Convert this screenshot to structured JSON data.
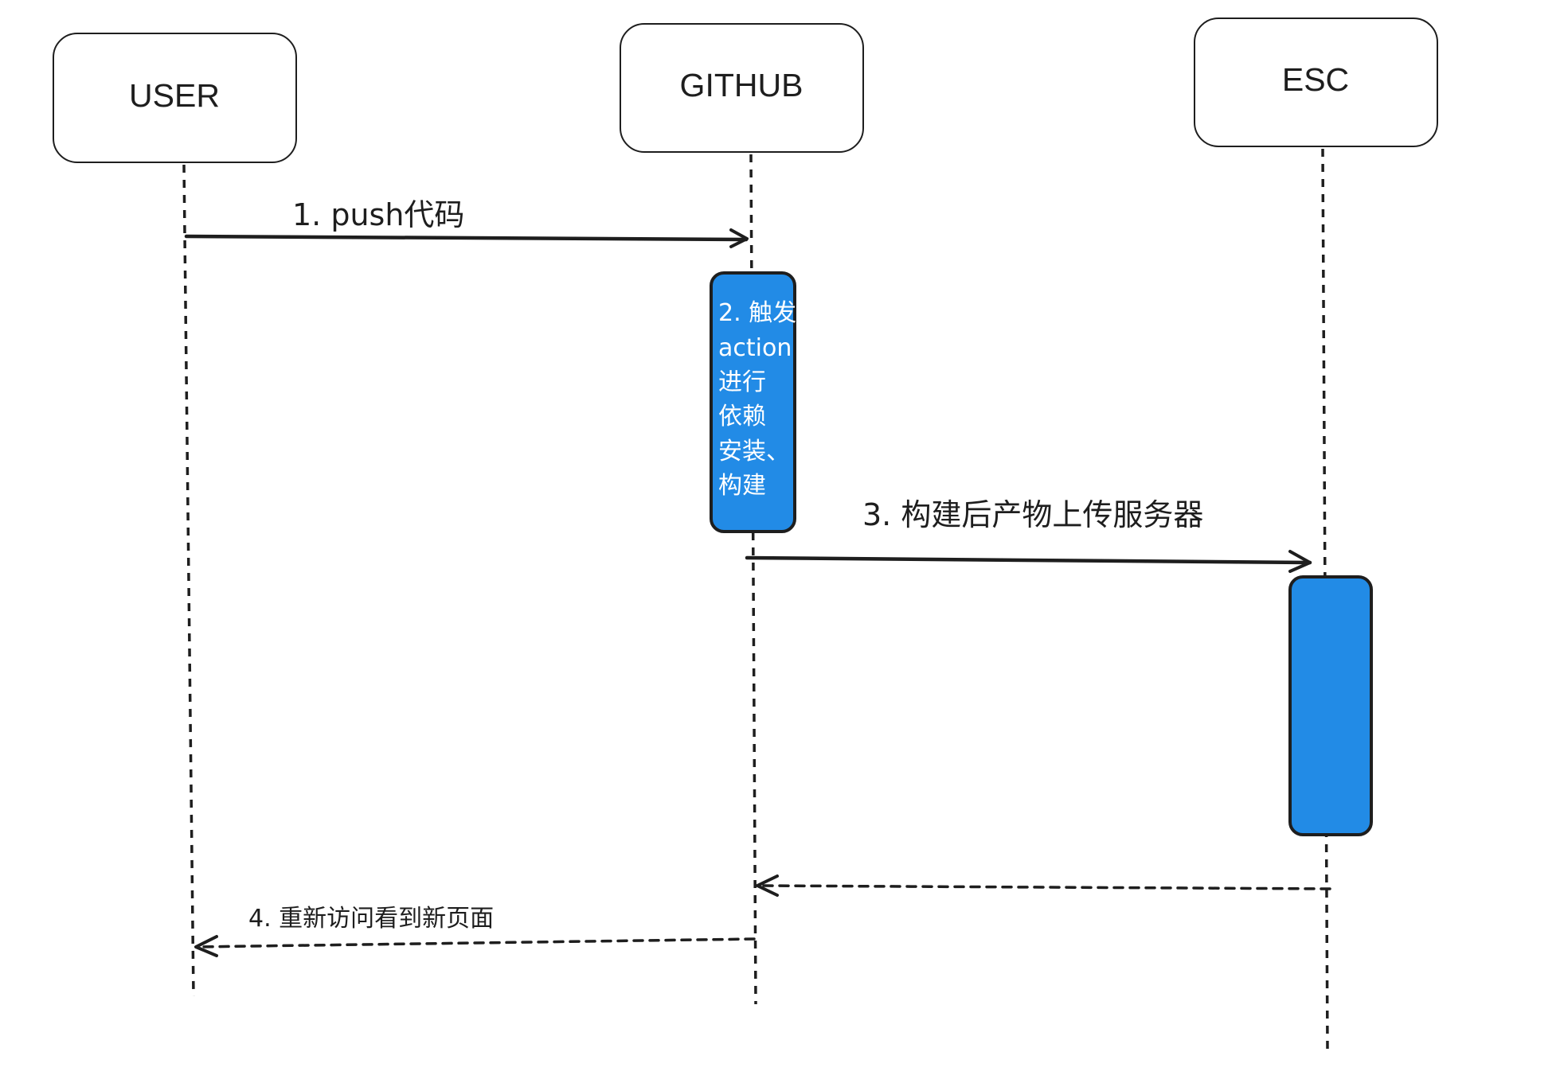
{
  "diagram": {
    "colors": {
      "stroke": "#1e1e1e",
      "activation_fill": "#228be6",
      "background": "#ffffff",
      "activation_text": "#ffffff"
    },
    "actors": [
      {
        "id": "user",
        "label": "USER"
      },
      {
        "id": "github",
        "label": "GITHUB"
      },
      {
        "id": "esc",
        "label": "ESC"
      }
    ],
    "activations": [
      {
        "actor": "github",
        "lines": [
          "2. 触发",
          "action",
          "进行",
          "依赖",
          "安装、",
          "构建"
        ]
      },
      {
        "actor": "esc",
        "lines": []
      }
    ],
    "messages": [
      {
        "from": "user",
        "to": "github",
        "label": "1. push代码",
        "style": "solid"
      },
      {
        "from": "github",
        "to": "esc",
        "label": "3. 构建后产物上传服务器",
        "style": "solid"
      },
      {
        "from": "esc",
        "to": "github",
        "label": "",
        "style": "dashed"
      },
      {
        "from": "github",
        "to": "user",
        "label": "4. 重新访问看到新页面",
        "style": "dashed"
      }
    ]
  }
}
